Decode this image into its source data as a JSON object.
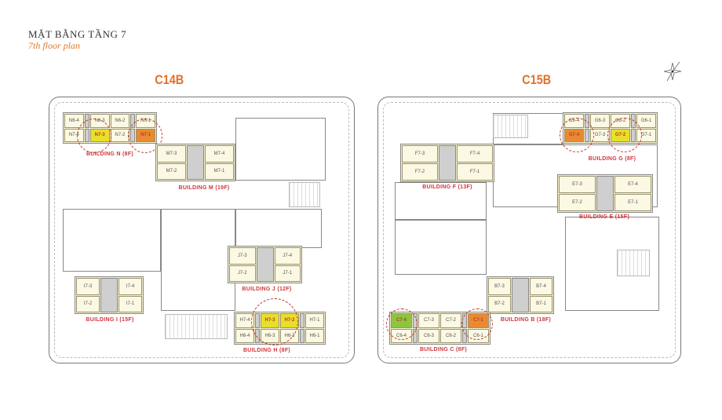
{
  "header": {
    "title": "MẶT BẰNG TẦNG 7",
    "subtitle": "7th floor plan"
  },
  "sites": [
    {
      "name": "C14B",
      "buildings": [
        {
          "id": "N",
          "label": "BUILDING N (8F)",
          "type": "slab",
          "top": [
            "N6-4",
            "N6-3",
            "N6-2",
            "N6-1"
          ],
          "bottom": [
            "N7-4",
            "N7-3",
            "N7-2",
            "N7-1"
          ],
          "highlight": {
            "N7-3": "yellow",
            "N7-1": "orange"
          }
        },
        {
          "id": "M",
          "label": "BUILDING M (19F)",
          "type": "tower",
          "units": [
            "M7-3",
            "M7-4",
            "M7-2",
            "M7-1"
          ],
          "highlight": {}
        },
        {
          "id": "J",
          "label": "BUILDING J (12F)",
          "type": "tower",
          "units": [
            "J7-3",
            "J7-4",
            "J7-2",
            "J7-1"
          ],
          "highlight": {}
        },
        {
          "id": "I",
          "label": "BUILDING I (15F)",
          "type": "tower",
          "units": [
            "I7-3",
            "I7-4",
            "I7-2",
            "I7-1"
          ],
          "highlight": {}
        },
        {
          "id": "H",
          "label": "BUILDING H (8F)",
          "type": "slab",
          "top": [
            "H7-4",
            "H7-3",
            "H7-2",
            "H7-1"
          ],
          "bottom": [
            "H6-4",
            "H6-3",
            "H6-2",
            "H6-1"
          ],
          "highlight": {
            "H7-3": "yellow",
            "H7-2": "yellow"
          }
        }
      ]
    },
    {
      "name": "C15B",
      "buildings": [
        {
          "id": "G",
          "label": "BUILDING G (8F)",
          "type": "slab",
          "top": [
            "G6-4",
            "G6-3",
            "G6-2",
            "G6-1"
          ],
          "bottom": [
            "G7-4",
            "G7-3",
            "G7-2",
            "G7-1"
          ],
          "highlight": {
            "G7-4": "orange",
            "G7-2": "yellow"
          }
        },
        {
          "id": "F",
          "label": "BUILDING F (13F)",
          "type": "tower",
          "units": [
            "F7-3",
            "F7-4",
            "F7-2",
            "F7-1"
          ],
          "highlight": {}
        },
        {
          "id": "E",
          "label": "BUILDING E (15F)",
          "type": "tower",
          "units": [
            "E7-3",
            "E7-4",
            "E7-2",
            "E7-1"
          ],
          "highlight": {}
        },
        {
          "id": "B",
          "label": "BUILDING B (18F)",
          "type": "tower",
          "units": [
            "B7-3",
            "B7-4",
            "B7-2",
            "B7-1"
          ],
          "highlight": {}
        },
        {
          "id": "C",
          "label": "BUILDING C (8F)",
          "type": "slab",
          "top": [
            "C7-4",
            "C7-3",
            "C7-2",
            "C7-1"
          ],
          "bottom": [
            "C6-4",
            "C6-3",
            "C6-2",
            "C6-1"
          ],
          "highlight": {
            "C7-4": "green",
            "C7-1": "orange"
          }
        }
      ]
    }
  ],
  "compass_icon": "compass-rose-icon"
}
